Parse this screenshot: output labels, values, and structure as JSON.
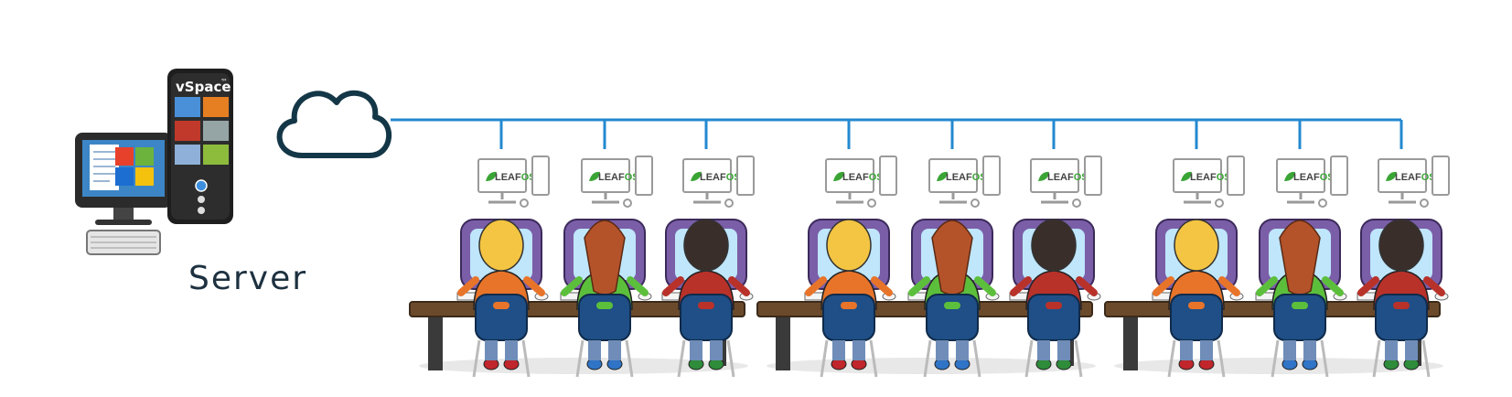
{
  "server": {
    "caption": "Server",
    "brand": "vSpace",
    "trademark": "™"
  },
  "terminal": {
    "brand_a": "LEAF",
    "brand_b": "OS"
  },
  "groups": [
    {
      "seats": [
        {
          "hair": "blonde"
        },
        {
          "hair": "red"
        },
        {
          "hair": "dark"
        }
      ]
    },
    {
      "seats": [
        {
          "hair": "blonde"
        },
        {
          "hair": "red"
        },
        {
          "hair": "dark"
        }
      ]
    },
    {
      "seats": [
        {
          "hair": "blonde"
        },
        {
          "hair": "red"
        },
        {
          "hair": "dark"
        }
      ]
    }
  ],
  "colors": {
    "network_line": "#2389d0",
    "cloud_outline": "#143747",
    "leaf_green": "#3aa535",
    "os_text": "#3aa535",
    "monitor_purple": "#7b5ea8",
    "screen_blue": "#bfe6fb",
    "desk": "#6b4a2b",
    "chair": "#1f4f86",
    "hair_blonde": "#f4c542",
    "hair_red": "#b4532a",
    "hair_dark": "#3a2e2a"
  }
}
